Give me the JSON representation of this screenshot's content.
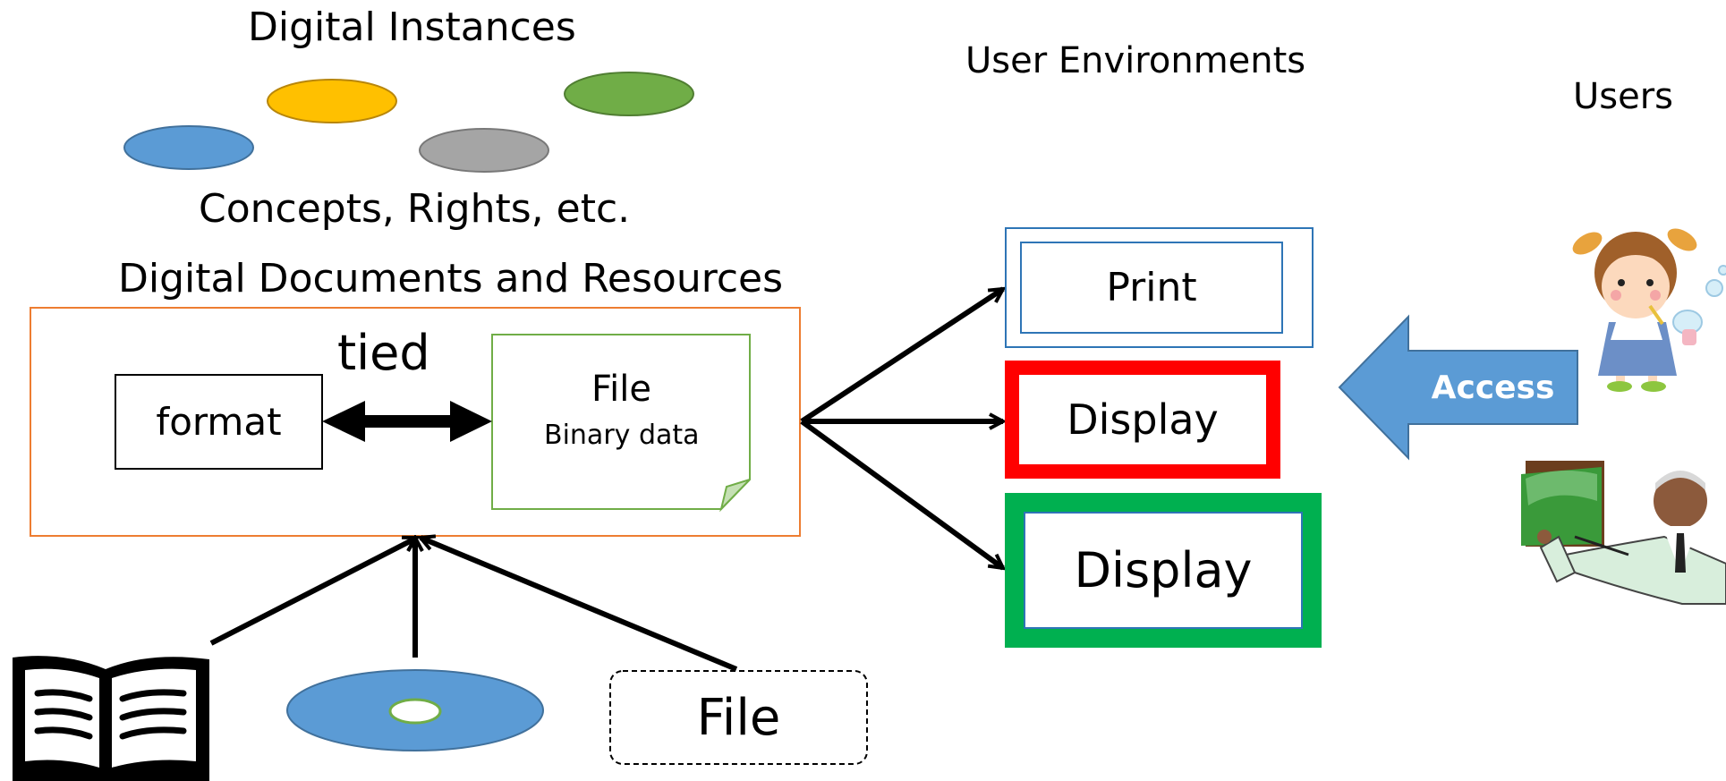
{
  "headings": {
    "digital_instances": "Digital Instances",
    "concepts": "Concepts, Rights, etc.",
    "documents": "Digital Documents and Resources",
    "user_environments": "User Environments",
    "users": "Users"
  },
  "center": {
    "tied": "tied",
    "format": "format",
    "file_title": "File",
    "file_subtitle": "Binary data"
  },
  "sources": {
    "file_label": "File"
  },
  "environments": {
    "print": "Print",
    "display_red": "Display",
    "display_green": "Display"
  },
  "access_label": "Access",
  "colors": {
    "ellipse_yellow": "#FFC000",
    "ellipse_green": "#70AD47",
    "ellipse_blue": "#5B9BD5",
    "ellipse_gray": "#A5A5A5",
    "container_border": "#ED7D31",
    "file_border": "#70AD47",
    "print_border": "#2E75B6",
    "display_red": "#FF0000",
    "display_green": "#00B050",
    "access_arrow": "#5B9BD5"
  },
  "icons": [
    "open-book-icon",
    "disc-icon",
    "girl-blowing-bubbles-icon",
    "teacher-at-board-icon"
  ]
}
